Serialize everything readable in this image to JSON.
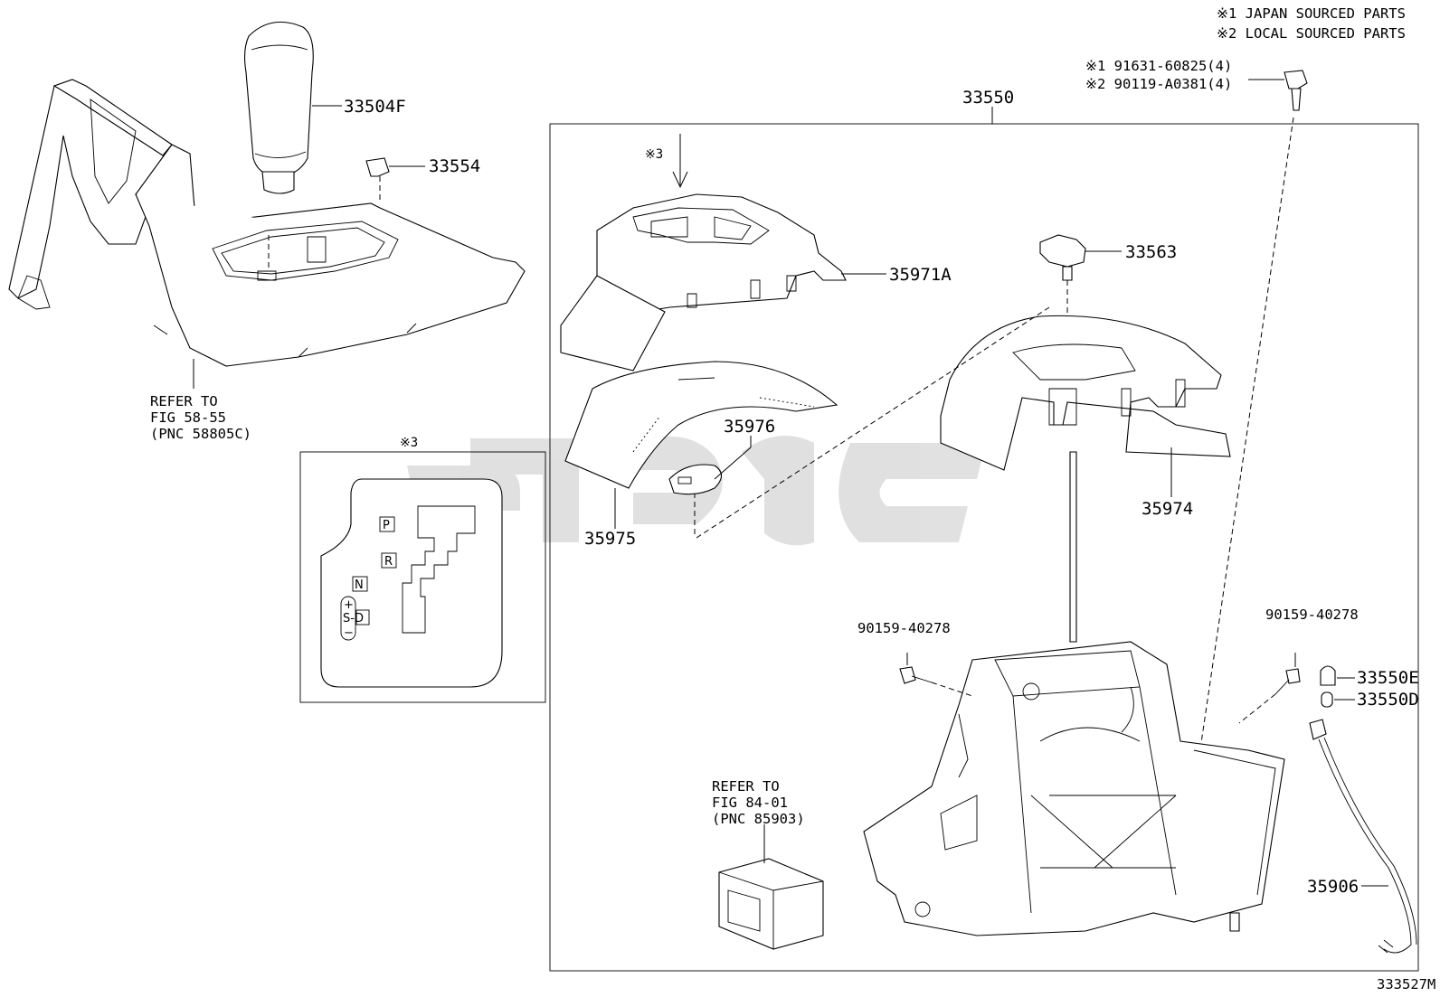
{
  "legend": {
    "note1": "※1 JAPAN SOURCED PARTS",
    "note2": "※2 LOCAL SOURCED PARTS"
  },
  "part_labels": {
    "knob": "33504F",
    "clip": "33554",
    "assembly": "33550",
    "housing_cover": "35971A",
    "slide_plate": "35975",
    "position_plate": "35976",
    "switch": "33563",
    "indicator_housing": "35974",
    "screw_left": "90159-40278",
    "screw_right": "90159-40278",
    "bulb": "33550E",
    "socket": "33550D",
    "wire": "35906",
    "bolt_jp": "※1 91631-60825(4)",
    "bolt_local": "※2 90119-A0381(4)",
    "note3_mark": "※3",
    "inset_mark": "※3"
  },
  "references": {
    "console": [
      "REFER TO",
      "FIG 58-55",
      "(PNC 58805C)"
    ],
    "computer": [
      "REFER TO",
      "FIG 84-01",
      "(PNC 85903)"
    ]
  },
  "gate_indicator": {
    "P": "P",
    "R": "R",
    "N": "N",
    "plus": "+",
    "SD": "S-D",
    "minus": "−"
  },
  "diagram_id": "333527M",
  "watermark_color": "#c8c8c8"
}
